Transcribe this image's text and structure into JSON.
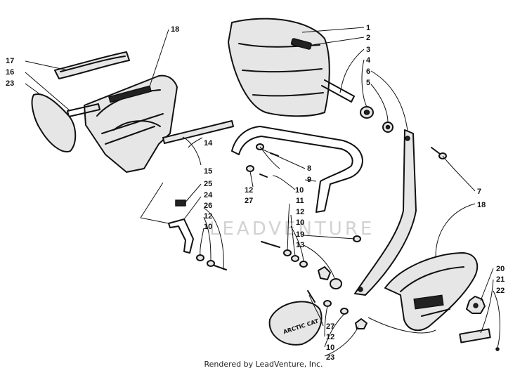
{
  "watermark": "LEADVENTURE",
  "footer": "Rendered by LeadVenture, Inc.",
  "part_decal_text": "ARCTIC CAT",
  "callouts": {
    "c1": "1",
    "c2": "2",
    "c3": "3",
    "c4": "4",
    "c5": "5",
    "c6": "6",
    "c7": "7",
    "c18a": "18",
    "c18b": "18",
    "c17": "17",
    "c16": "16",
    "c23a": "23",
    "c14": "14",
    "c15": "15",
    "c8": "8",
    "c9": "9",
    "c10a": "10",
    "c12a": "12",
    "c27a": "27",
    "c25": "25",
    "c24": "24",
    "c26": "26",
    "c12b": "12",
    "c10b": "10",
    "c11": "11",
    "c12c": "12",
    "c10c": "10",
    "c19": "19",
    "c13": "13",
    "c20": "20",
    "c21": "21",
    "c22": "22",
    "c27b": "27",
    "c12d": "12",
    "c10d": "10",
    "c23b": "23"
  }
}
